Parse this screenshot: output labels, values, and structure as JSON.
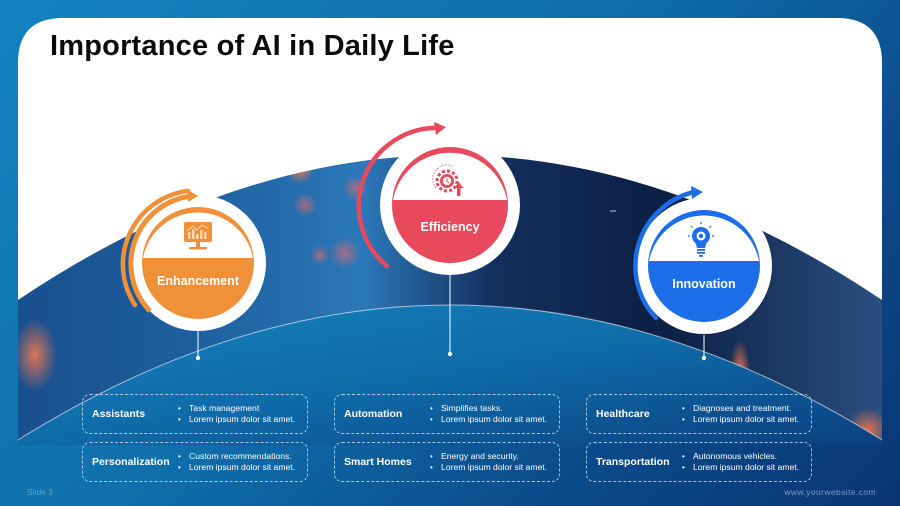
{
  "slide": {
    "title": "Importance of AI in Daily Life",
    "slide_number": "Slide 3",
    "website": "www.yourwebsite.com"
  },
  "colors": {
    "background_start": "#1383c0",
    "background_end": "#0a3574",
    "enhancement": "#f0913a",
    "efficiency": "#e8495c",
    "innovation": "#1b6ee8",
    "panel": "#ffffff"
  },
  "pillars": [
    {
      "label": "Enhancement",
      "icon": "monitor-chart-icon",
      "color": "#f0913a",
      "cards": [
        {
          "title": "Assistants",
          "bullets": [
            "Task management",
            "Lorem ipsum dolor sit amet."
          ]
        },
        {
          "title": "Personalization",
          "bullets": [
            "Custom recommendations.",
            "Lorem ipsum dolor sit amet."
          ]
        }
      ]
    },
    {
      "label": "Efficiency",
      "icon": "gear-clock-arrow-icon",
      "color": "#e8495c",
      "cards": [
        {
          "title": "Automation",
          "bullets": [
            "Simplifies tasks.",
            "Lorem ipsum dolor sit amet."
          ]
        },
        {
          "title": "Smart Homes",
          "bullets": [
            "Energy and security.",
            "Lorem ipsum dolor sit amet."
          ]
        }
      ]
    },
    {
      "label": "Innovation",
      "icon": "lightbulb-gear-icon",
      "color": "#1b6ee8",
      "cards": [
        {
          "title": "Healthcare",
          "bullets": [
            "Diagnoses and treatment.",
            "Lorem ipsum dolor sit amet."
          ]
        },
        {
          "title": "Transportation",
          "bullets": [
            "Autonomous vehicles.",
            "Lorem ipsum dolor sit amet."
          ]
        }
      ]
    }
  ]
}
